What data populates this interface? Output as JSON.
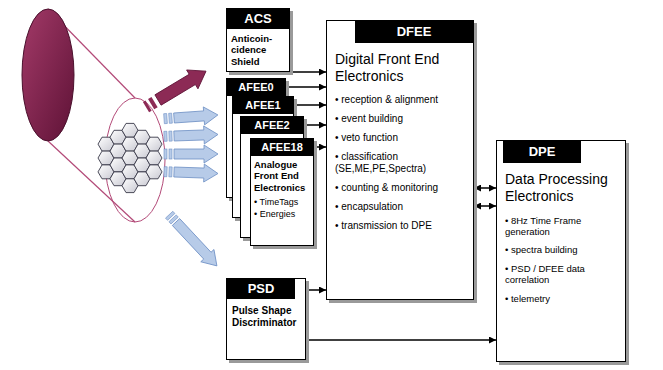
{
  "diagram": {
    "nodes": [
      {
        "text": [
          "ACS",
          "Anticoin- cidence Shield"
        ]
      },
      {
        "text": [
          "AFEE0"
        ]
      },
      {
        "text": [
          "AFEE1"
        ]
      },
      {
        "text": [
          "AFEE2"
        ]
      },
      {
        "text": [
          "AFEE18",
          "Analogue Front End Electronics",
          "• TimeTags",
          "• Energies"
        ]
      },
      {
        "text": [
          "DFEE",
          "Digital Front End Electronics",
          "• reception & alignment",
          "• event building",
          "• veto function",
          "• classification (SE,ME,PE,Spectra)",
          "• counting & monitoring",
          "• encapsulation",
          "• transmission to DPE"
        ]
      },
      {
        "text": [
          "PSD",
          "Pulse Shape Discriminator"
        ]
      },
      {
        "text": [
          "DPE",
          "Data Processing Electronics",
          "• 8Hz Time Frame generation",
          "• spectra building",
          "• PSD / DFEE data correlation",
          "• telemetry"
        ]
      }
    ],
    "edges": [
      {
        "from": 0,
        "to": 5,
        "arrow": "to"
      },
      {
        "from": 1,
        "to": 5,
        "arrow": "to"
      },
      {
        "from": 2,
        "to": 5,
        "arrow": "to"
      },
      {
        "from": 3,
        "to": 5,
        "arrow": "to"
      },
      {
        "from": 4,
        "to": 5,
        "arrow": "to"
      },
      {
        "from": 5,
        "to": 7,
        "arrow": "both"
      },
      {
        "from": 5,
        "to": 7,
        "arrow": "both"
      },
      {
        "from": 6,
        "to": 5,
        "arrow": "to"
      },
      {
        "from": 6,
        "to": 7,
        "arrow": "to"
      }
    ]
  }
}
